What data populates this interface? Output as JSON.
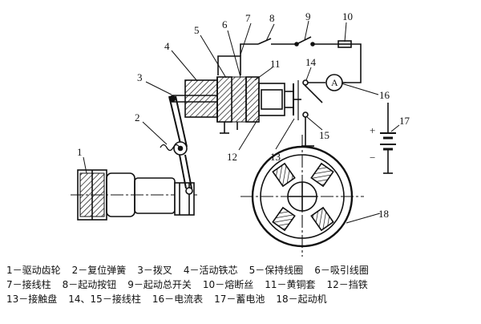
{
  "labels": [
    "1",
    "2",
    "3",
    "4",
    "5",
    "6",
    "7",
    "8",
    "9",
    "10",
    "11",
    "12",
    "13",
    "14",
    "15",
    "16",
    "17",
    "18"
  ],
  "polarity": {
    "plus": "+",
    "minus": "−"
  },
  "ammeter_symbol": "A",
  "legend_rows": [
    [
      "1－驱动齿轮",
      "2－复位弹簧",
      "3－拨叉",
      "4－活动铁芯",
      "5－保持线圈",
      "6－吸引线圈"
    ],
    [
      "7－接线柱",
      "8－起动按钮",
      "9－起动总开关",
      "10－熔断丝",
      "11－黄铜套",
      "12－挡铁"
    ],
    [
      "13－接触盘",
      "14、15－接线柱",
      "16－电流表",
      "17－蓄电池",
      "18－起动机"
    ]
  ]
}
